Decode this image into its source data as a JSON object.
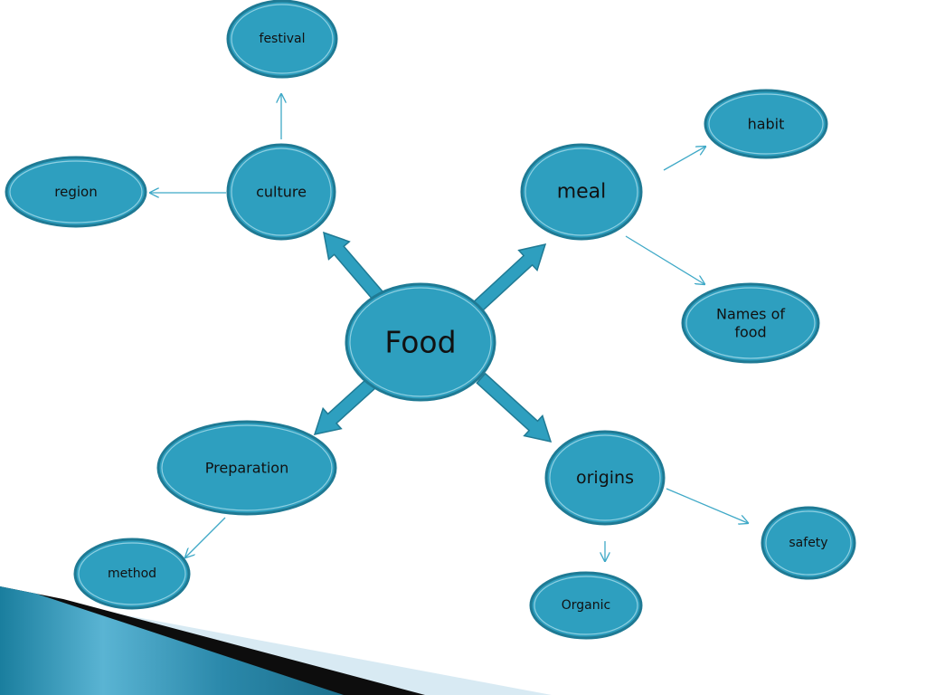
{
  "diagram": {
    "nodes": [
      {
        "id": "food",
        "lines": [
          "Food"
        ]
      },
      {
        "id": "culture",
        "lines": [
          "culture"
        ]
      },
      {
        "id": "festival",
        "lines": [
          "festival"
        ]
      },
      {
        "id": "region",
        "lines": [
          "region"
        ]
      },
      {
        "id": "meal",
        "lines": [
          "meal"
        ]
      },
      {
        "id": "habit",
        "lines": [
          "habit"
        ]
      },
      {
        "id": "names-of-food",
        "lines": [
          "Names of",
          "food"
        ]
      },
      {
        "id": "preparation",
        "lines": [
          "Preparation"
        ]
      },
      {
        "id": "method",
        "lines": [
          "method"
        ]
      },
      {
        "id": "origins",
        "lines": [
          "origins"
        ]
      },
      {
        "id": "organic",
        "lines": [
          "Organic"
        ]
      },
      {
        "id": "safety",
        "lines": [
          "safety"
        ]
      }
    ],
    "edges": [
      {
        "from": "food",
        "to": "culture"
      },
      {
        "from": "food",
        "to": "meal"
      },
      {
        "from": "food",
        "to": "preparation"
      },
      {
        "from": "food",
        "to": "origins"
      },
      {
        "from": "culture",
        "to": "festival"
      },
      {
        "from": "culture",
        "to": "region"
      },
      {
        "from": "meal",
        "to": "habit"
      },
      {
        "from": "meal",
        "to": "names-of-food"
      },
      {
        "from": "preparation",
        "to": "method"
      },
      {
        "from": "origins",
        "to": "safety"
      },
      {
        "from": "origins",
        "to": "organic"
      }
    ]
  },
  "colors": {
    "node_fill": "#2e9fbf",
    "node_stroke": "#1f7a94",
    "node_inner_stroke": "#8fd0e2",
    "arrow": "#3fa9c7",
    "background": "#ffffff"
  }
}
